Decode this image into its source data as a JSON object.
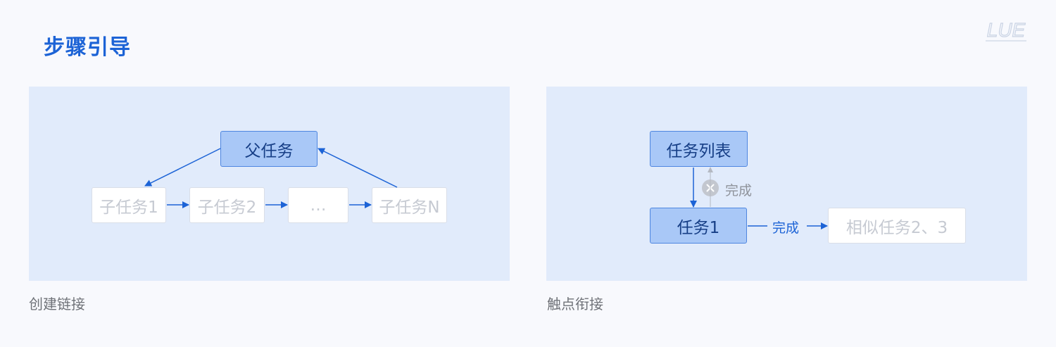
{
  "title": "步骤引导",
  "logo_text": "LUE",
  "colors": {
    "background": "#f8f9fd",
    "panel": "#e1ebfb",
    "accent": "#1c63d6",
    "node_primary": "#a9c8f7",
    "node_border": "#4e86e0",
    "node_muted_text": "#c6cad2"
  },
  "left": {
    "caption": "创建链接",
    "parent": "父任务",
    "children": [
      "子任务1",
      "子任务2",
      "…",
      "子任务N"
    ]
  },
  "right": {
    "caption": "触点衔接",
    "task_list": "任务列表",
    "task1": "任务1",
    "done_label": "完成",
    "rejected_label": "完成",
    "similar": "相似任务2、3",
    "rejected_icon": "close-circle-icon"
  }
}
